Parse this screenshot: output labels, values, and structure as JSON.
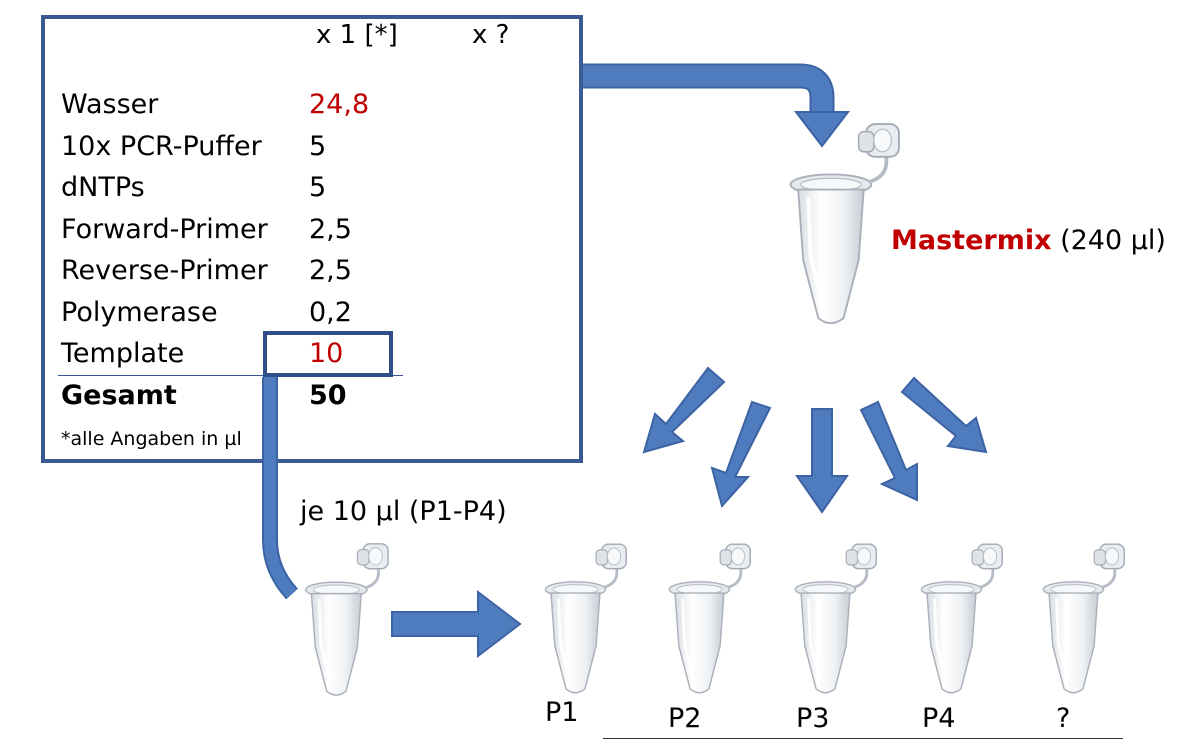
{
  "recipe": {
    "headers": {
      "x1": "x 1 [*]",
      "xq": "x ?"
    },
    "rows": [
      {
        "label": "Wasser",
        "value": "24,8",
        "highlight": true
      },
      {
        "label": "10x PCR-Puffer",
        "value": "5",
        "highlight": false
      },
      {
        "label": "dNTPs",
        "value": "5",
        "highlight": false
      },
      {
        "label": "Forward-Primer",
        "value": "2,5",
        "highlight": false
      },
      {
        "label": "Reverse-Primer",
        "value": "2,5",
        "highlight": false
      },
      {
        "label": "Polymerase",
        "value": "0,2",
        "highlight": false
      },
      {
        "label": "Template",
        "value": "10",
        "highlight": true
      }
    ],
    "total": {
      "label": "Gesamt",
      "value": "50"
    },
    "footnote": "*alle Angaben in µl"
  },
  "mastermix": {
    "name": "Mastermix",
    "volume": " (240 µl)"
  },
  "aliquot_label": "je 10 µl (P1-P4)",
  "tubes": [
    "P1",
    "P2",
    "P3",
    "P4",
    "?"
  ],
  "colors": {
    "arrow": "#4f7cbf",
    "arrow_edge": "#3c63a3",
    "highlight": "#c00000",
    "box_border": "#3b5a94"
  }
}
